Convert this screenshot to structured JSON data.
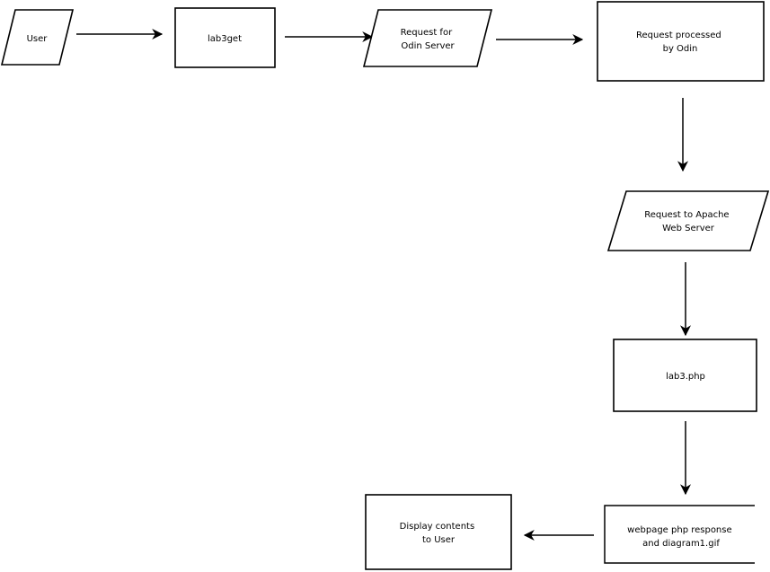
{
  "diagram": {
    "nodes": {
      "user": {
        "lines": [
          "User"
        ]
      },
      "lab3get": {
        "lines": [
          "lab3get"
        ]
      },
      "request_odin": {
        "lines": [
          "Request for",
          "Odin Server"
        ]
      },
      "processed_odin": {
        "lines": [
          "Request processed",
          "by Odin"
        ]
      },
      "request_apache": {
        "lines": [
          "Request to Apache",
          "Web Server"
        ]
      },
      "lab3php": {
        "lines": [
          "lab3.php"
        ]
      },
      "webpage_response": {
        "lines": [
          "webpage php response",
          "and diagram1.gif"
        ]
      },
      "display_contents": {
        "lines": [
          "Display contents",
          "to User"
        ]
      }
    },
    "edges": [
      {
        "from": "user",
        "to": "lab3get"
      },
      {
        "from": "lab3get",
        "to": "request_odin"
      },
      {
        "from": "request_odin",
        "to": "processed_odin"
      },
      {
        "from": "processed_odin",
        "to": "request_apache"
      },
      {
        "from": "request_apache",
        "to": "lab3php"
      },
      {
        "from": "lab3php",
        "to": "webpage_response"
      },
      {
        "from": "webpage_response",
        "to": "display_contents"
      }
    ]
  }
}
